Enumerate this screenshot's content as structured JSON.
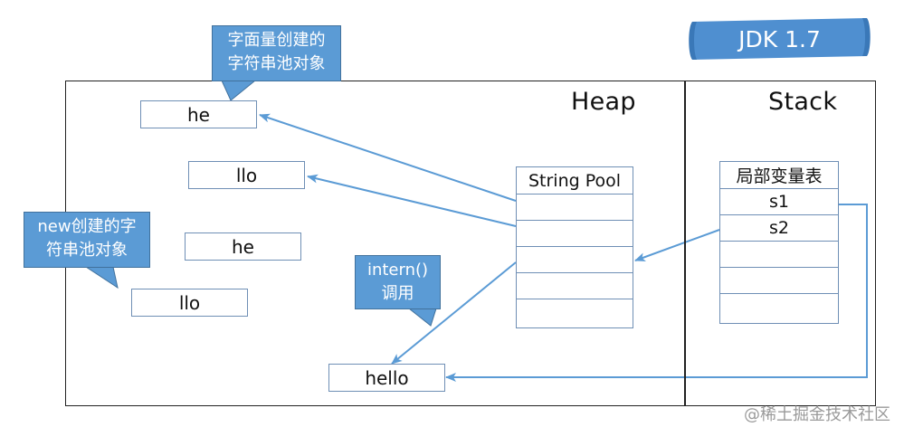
{
  "version_banner": "JDK 1.7",
  "regions": {
    "heap": "Heap",
    "stack": "Stack"
  },
  "heap_objects": {
    "literal_he": "he",
    "literal_llo": "llo",
    "new_he": "he",
    "new_llo": "llo",
    "hello": "hello"
  },
  "string_pool": {
    "title": "String Pool",
    "rows": [
      "",
      "",
      "",
      "",
      ""
    ]
  },
  "locals": {
    "title": "局部变量表",
    "rows": [
      "s1",
      "s2",
      "",
      "",
      ""
    ]
  },
  "callouts": {
    "literal": {
      "line1": "字面量创建的",
      "line2": "字符串池对象"
    },
    "new_obj": {
      "line1": "new创建的字",
      "line2": "符串池对象"
    },
    "intern": {
      "line1": "intern()",
      "line2": "调用"
    }
  },
  "watermark": "@稀土掘金技术社区",
  "colors": {
    "arrow": "#5b9bd5",
    "box_border": "#6f8fb5",
    "callout": "#5b9bd5",
    "banner": "#4f8fd0"
  }
}
